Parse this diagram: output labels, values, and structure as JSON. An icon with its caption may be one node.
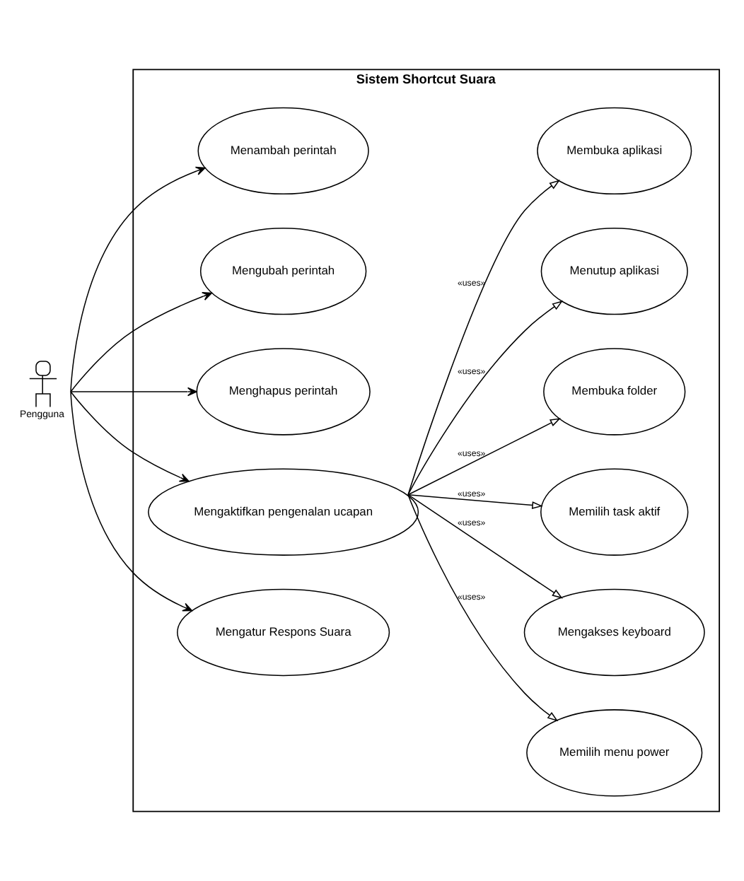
{
  "diagram": {
    "nodes": [
      {
        "text": [
          "Pengguna"
        ]
      },
      {
        "text": [
          "Sistem Shortcut Suara"
        ]
      },
      {
        "text": [
          "Menambah perintah"
        ],
        "in": 1
      },
      {
        "text": [
          "Mengubah perintah"
        ],
        "in": 1
      },
      {
        "text": [
          "Menghapus perintah"
        ],
        "in": 1
      },
      {
        "text": [
          "Mengaktifkan pengenalan ucapan"
        ],
        "in": 1
      },
      {
        "text": [
          "Mengatur Respons Suara"
        ],
        "in": 1
      },
      {
        "text": [
          "Membuka aplikasi"
        ],
        "in": 1
      },
      {
        "text": [
          "Menutup aplikasi"
        ],
        "in": 1
      },
      {
        "text": [
          "Membuka folder"
        ],
        "in": 1
      },
      {
        "text": [
          "Memilih task aktif"
        ],
        "in": 1
      },
      {
        "text": [
          "Mengakses keyboard"
        ],
        "in": 1
      },
      {
        "text": [
          "Memilih menu power"
        ],
        "in": 1
      }
    ],
    "edges": [
      {
        "from": 0,
        "to": 2,
        "arrow": "to"
      },
      {
        "from": 0,
        "to": 3,
        "arrow": "to"
      },
      {
        "from": 0,
        "to": 4,
        "arrow": "to"
      },
      {
        "from": 0,
        "to": 5,
        "arrow": "to"
      },
      {
        "from": 0,
        "to": 6,
        "arrow": "to"
      },
      {
        "from": 5,
        "to": 7,
        "arrow": "to",
        "label": "«uses»"
      },
      {
        "from": 5,
        "to": 8,
        "arrow": "to",
        "label": "«uses»"
      },
      {
        "from": 5,
        "to": 9,
        "arrow": "to",
        "label": "«uses»"
      },
      {
        "from": 5,
        "to": 10,
        "arrow": "to",
        "label": "«uses»"
      },
      {
        "from": 5,
        "to": 11,
        "arrow": "to",
        "label": "«uses»"
      },
      {
        "from": 5,
        "to": 12,
        "arrow": "to",
        "label": "«uses»"
      }
    ]
  }
}
